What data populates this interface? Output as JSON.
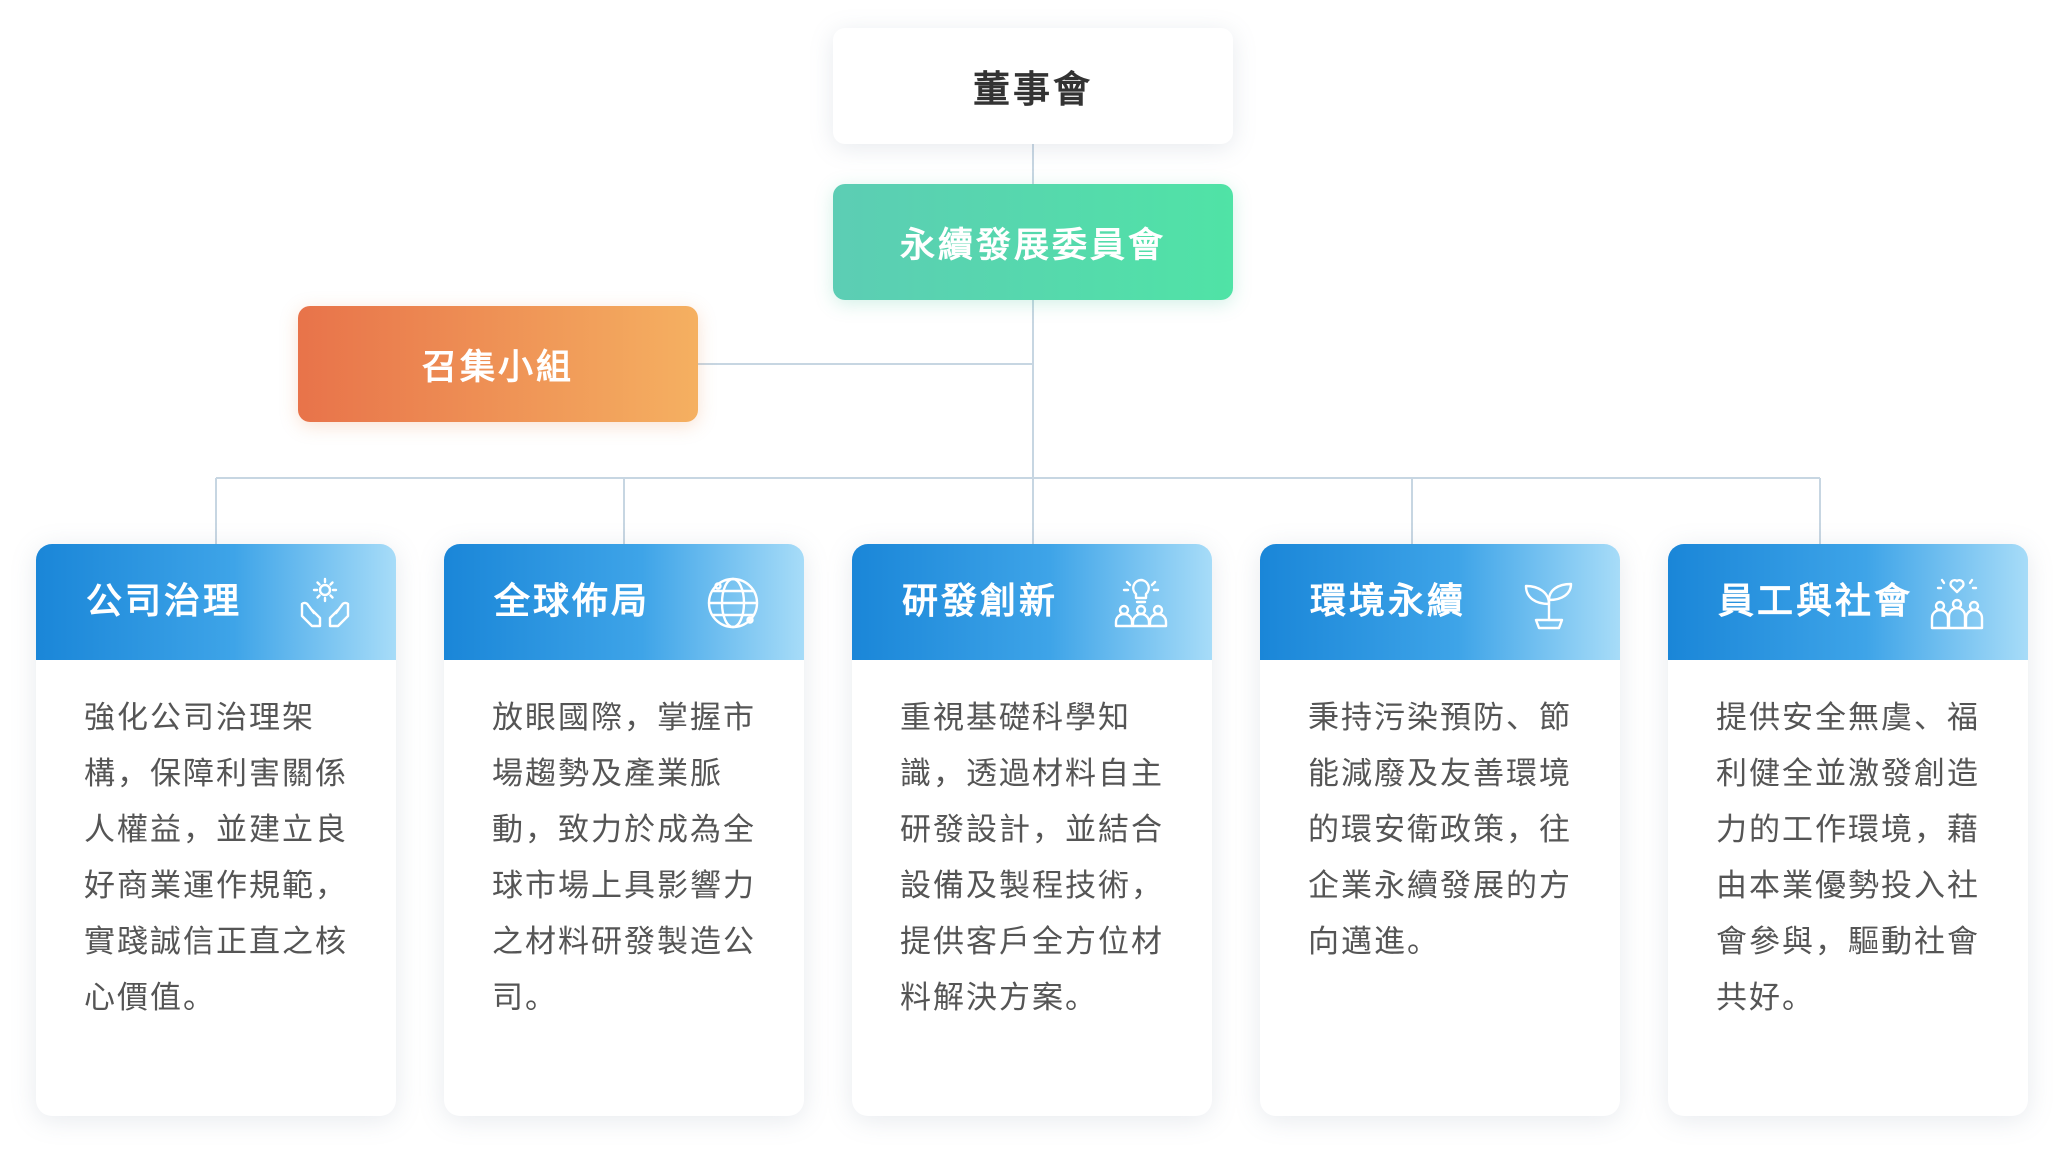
{
  "board": {
    "label": "董事會"
  },
  "committee": {
    "label": "永續發展委員會"
  },
  "convener": {
    "label": "召集小組"
  },
  "pillars": [
    {
      "title": "公司治理",
      "icon": "hands-gear-icon",
      "description": "強化公司治理架構，保障利害關係人權益，並建立良好商業運作規範，實踐誠信正直之核心價值。"
    },
    {
      "title": "全球佈局",
      "icon": "globe-icon",
      "description": "放眼國際，掌握市場趨勢及產業脈動，致力於成為全球市場上具影響力之材料研發製造公司。"
    },
    {
      "title": "研發創新",
      "icon": "lightbulb-people-icon",
      "description": "重視基礎科學知識，透過材料自主研發設計，並結合設備及製程技術，提供客戶全方位材料解決方案。"
    },
    {
      "title": "環境永續",
      "icon": "sprout-icon",
      "description": "秉持污染預防、節能減廢及友善環境的環安衛政策，往企業永續發展的方向邁進。"
    },
    {
      "title": "員工與社會",
      "icon": "community-heart-icon",
      "description": "提供安全無虞、福利健全並激發創造力的工作環境，藉由本業優勢投入社會參與，驅動社會共好。"
    }
  ]
}
